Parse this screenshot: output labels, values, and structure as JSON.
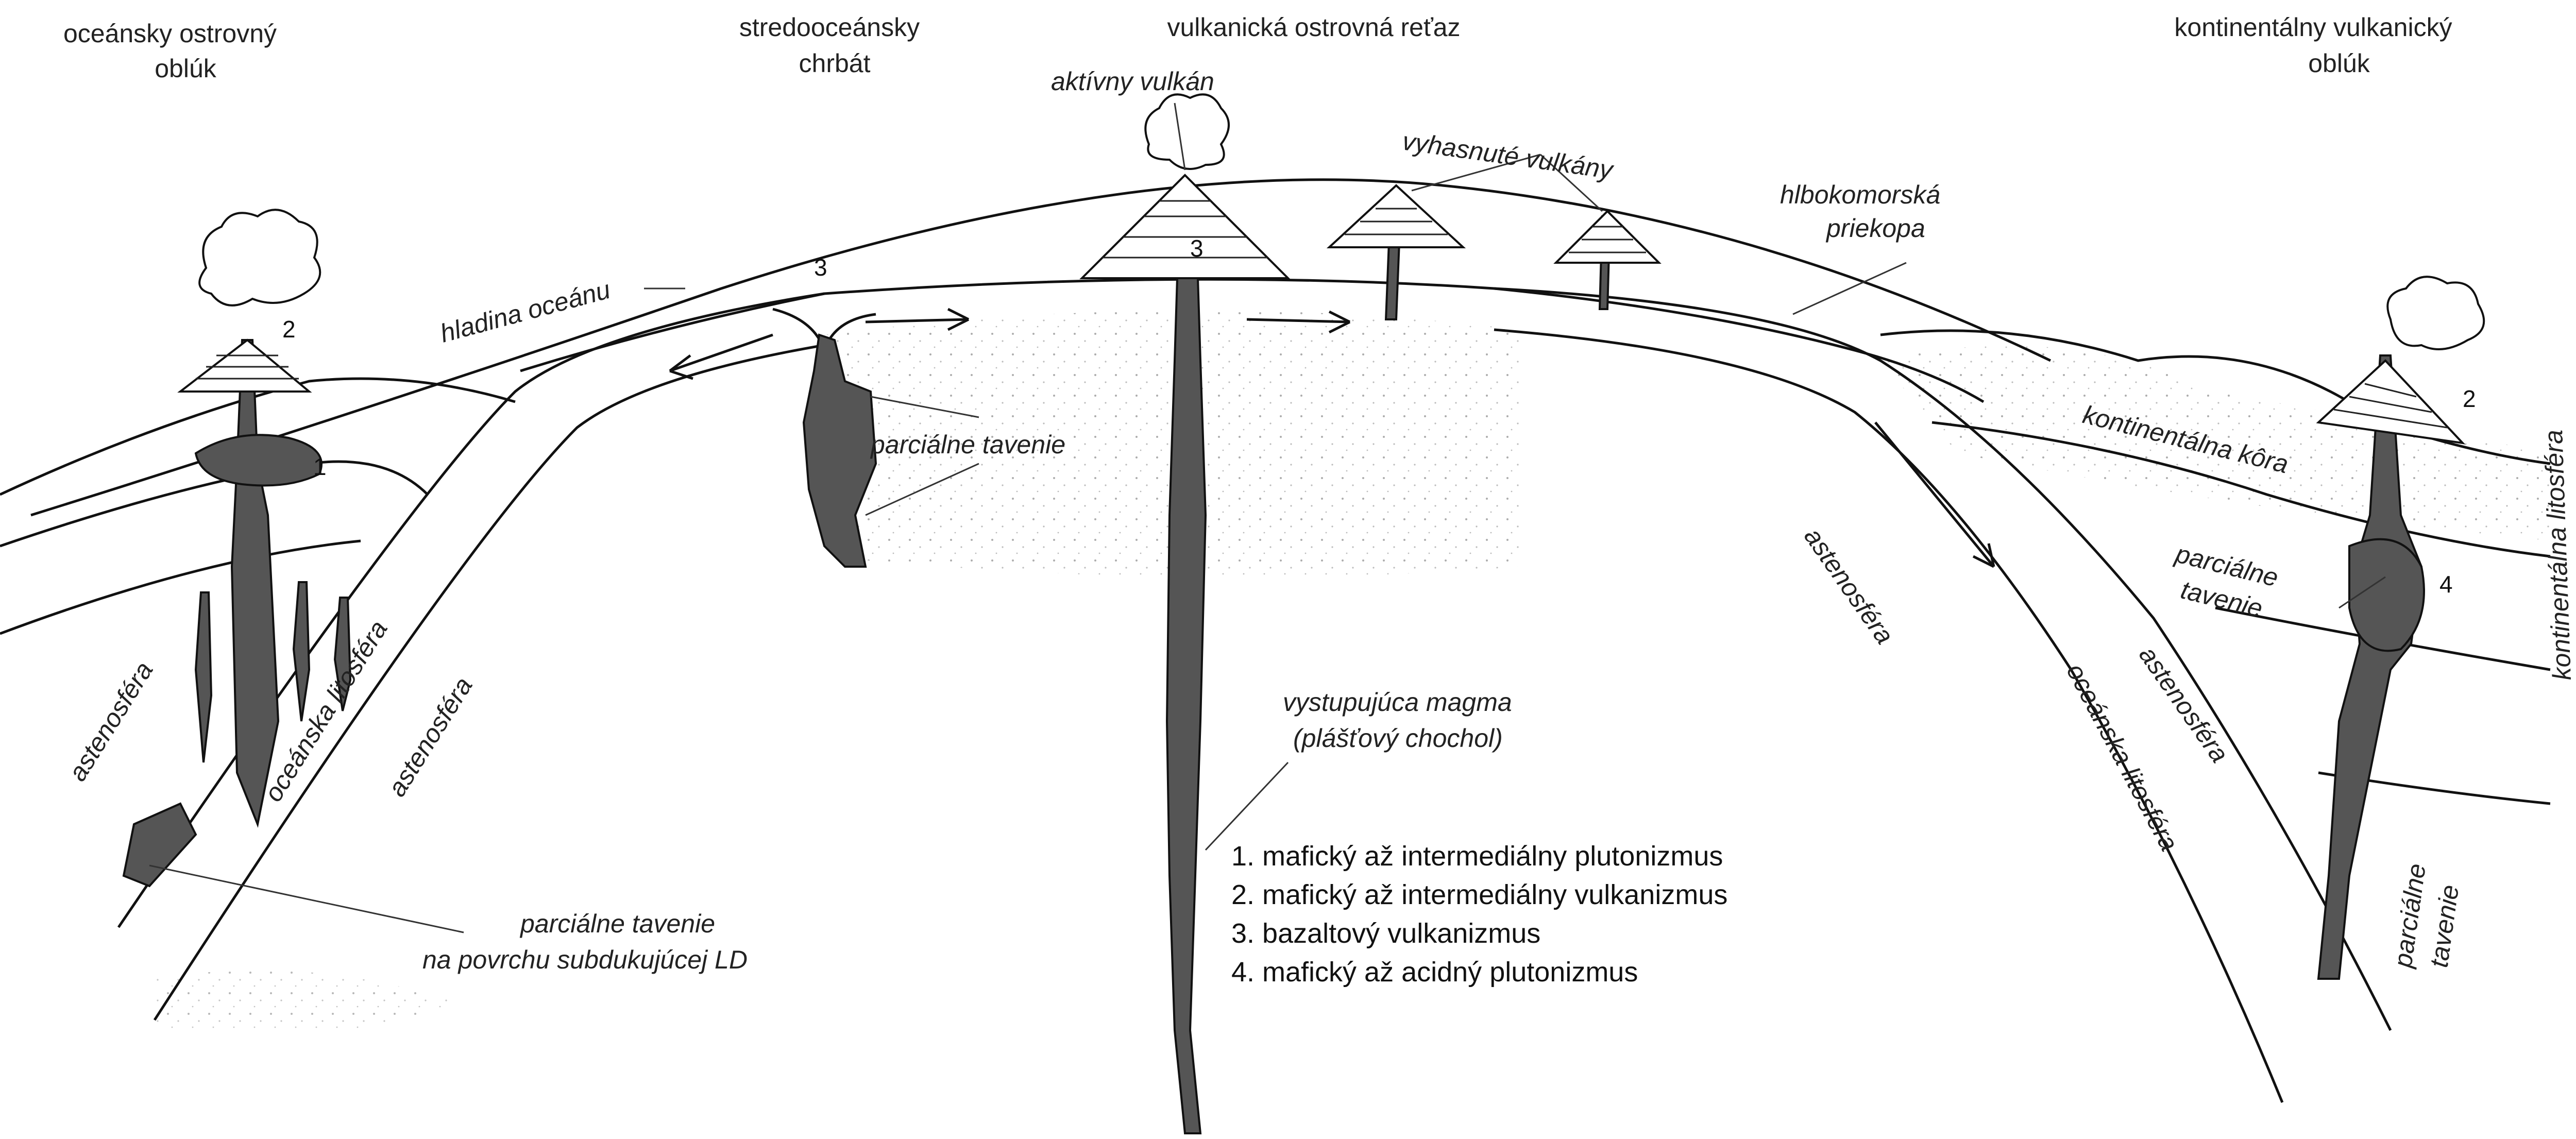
{
  "labels": {
    "oceanic_island_arc": [
      "oceánsky ostrovný",
      "oblúk"
    ],
    "mid_ocean_ridge": [
      "stredooceánsky",
      "chrbát"
    ],
    "volcanic_island_chain": "vulkanická ostrovná reťaz",
    "continental_volcanic_arc": [
      "kontinentálny vulkanický",
      "oblúk"
    ],
    "active_volcano": "aktívny vulkán",
    "extinct_volcanoes": "vyhasnuté vulkány",
    "deep_sea_trench": [
      "hlbokomorská",
      "priekopa"
    ],
    "ocean_level": "hladina oceánu",
    "partial_melting_ridge": "parciálne tavenie",
    "continental_crust": "kontinentálna kôra",
    "continental_lithosphere": "kontinentálna litosféra",
    "partial_melting_continent": [
      "parciálne",
      "tavenie"
    ],
    "asthenosphere_left_1": "astenosféra",
    "oceanic_lithosphere_left": "oceánska litosféra",
    "asthenosphere_left_2": "astenosféra",
    "asthenosphere_right": "astenosféra",
    "asthenosphere_right_2": "astenosféra",
    "oceanic_lithosphere_right": "oceánska litosféra",
    "partial_melting_slab": [
      "parciálne",
      "tavenie"
    ],
    "rising_magma": [
      "vystupujúca magma",
      "(plášťový chochol)"
    ],
    "partial_melting_subducting": [
      "parciálne tavenie",
      "na povrchu subdukujúcej LD"
    ]
  },
  "numbers": {
    "left_volcano": "2",
    "left_pluton": "1",
    "ridge": "3",
    "active_volcano": "3",
    "right_volcano": "2",
    "right_pluton": "4"
  },
  "legend": [
    "1. mafický až intermediálny plutonizmus",
    "2. mafický až intermediálny vulkanizmus",
    "3. bazaltový  vulkanizmus",
    "4. mafický až acidný plutonizmus"
  ]
}
